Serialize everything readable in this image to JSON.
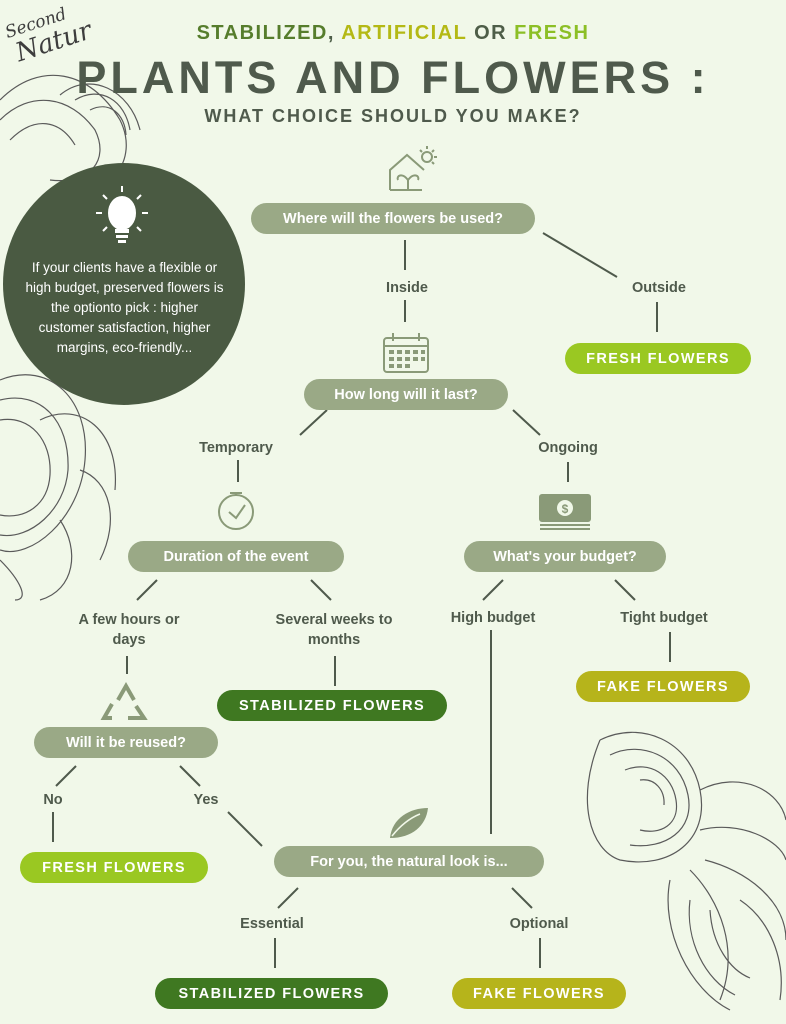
{
  "logo": {
    "line1": "Second",
    "line2": "Natur"
  },
  "header": {
    "kicker_word1": "STABILIZED",
    "kicker_sep1": ",",
    "kicker_word2": "ARTIFICIAL",
    "kicker_or": "OR",
    "kicker_word3": "FRESH",
    "title": "PLANTS AND FLOWERS :",
    "subtitle": "WHAT CHOICE SHOULD YOU MAKE?"
  },
  "tip": {
    "text": "If your clients have a flexible or high budget, preserved flowers is the optionto pick : higher customer satisfaction, higher margins, eco-friendly...",
    "icon": "lightbulb-icon"
  },
  "questions": {
    "where": "Where will the flowers be used?",
    "how_long": "How long will it last?",
    "duration": "Duration of the event",
    "budget": "What's your budget?",
    "reused": "Will it be reused?",
    "natural": "For you, the natural look is..."
  },
  "answers": {
    "inside": "Inside",
    "outside": "Outside",
    "temporary": "Temporary",
    "ongoing": "Ongoing",
    "few_hours": "A few hours or days",
    "several_weeks": "Several weeks to months",
    "high_budget": "High budget",
    "tight_budget": "Tight budget",
    "no": "No",
    "yes": "Yes",
    "essential": "Essential",
    "optional": "Optional"
  },
  "results": {
    "fresh_outside": "FRESH FLOWERS",
    "stabilized_weeks": "STABILIZED FLOWERS",
    "fake_tight": "FAKE FLOWERS",
    "fresh_no": "FRESH FLOWERS",
    "stabilized_essential": "STABILIZED FLOWERS",
    "fake_optional": "FAKE FLOWERS"
  },
  "colors": {
    "background": "#f1f8e9",
    "question_pill": "#9aa986",
    "fresh": "#9ac822",
    "stabilized": "#3f7821",
    "fake": "#b6b41b",
    "dark_text": "#4f5a4c",
    "tip_circle": "#4a5a42"
  },
  "icons": [
    "greenhouse-icon",
    "calendar-icon",
    "clock-icon",
    "money-icon",
    "recycle-icon",
    "leaf-icon",
    "lightbulb-icon"
  ]
}
